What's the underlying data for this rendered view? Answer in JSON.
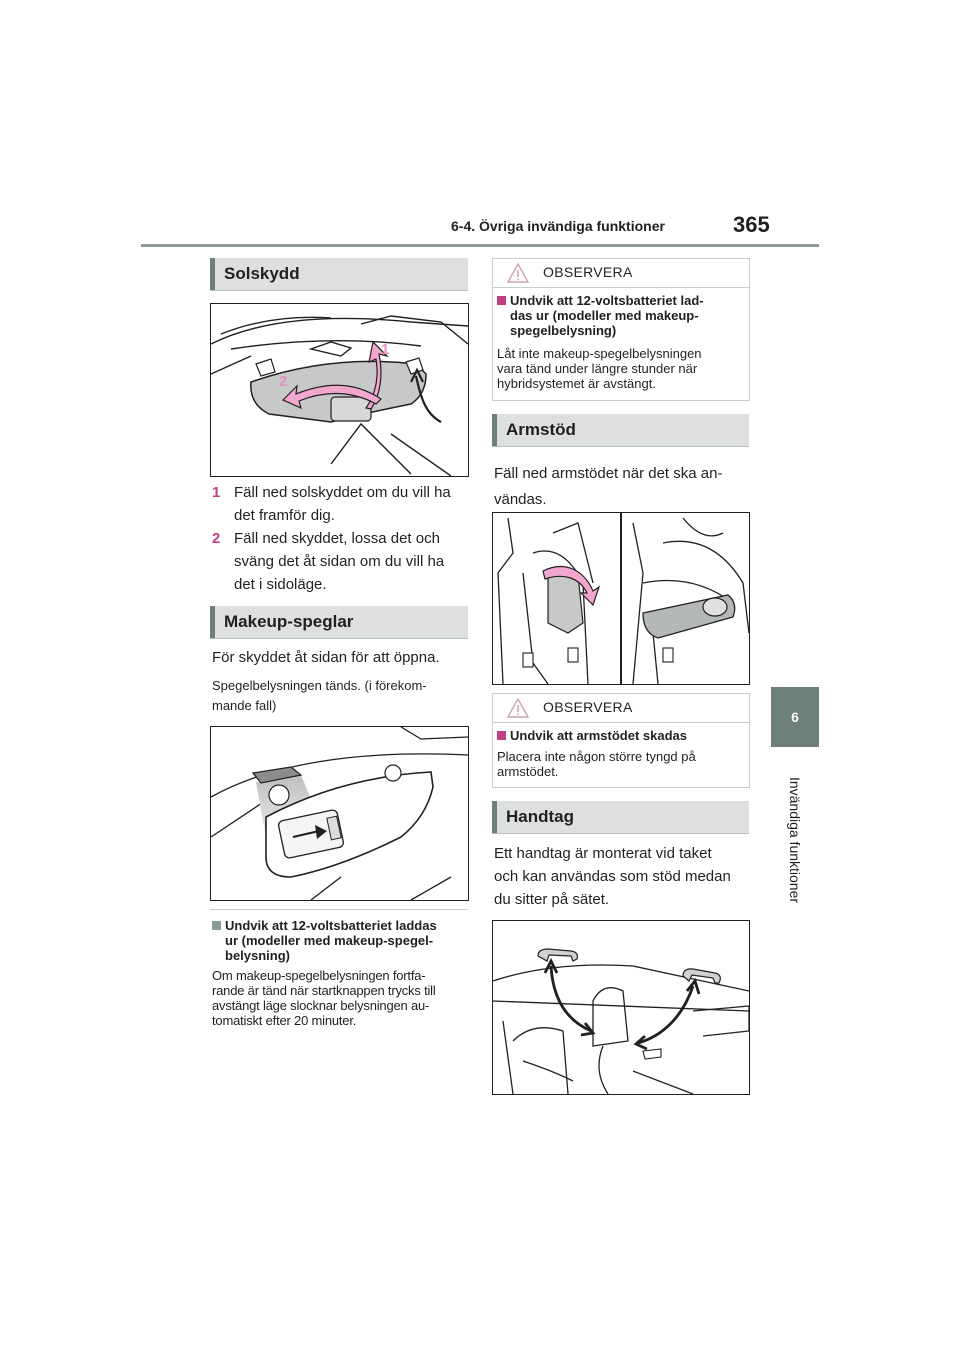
{
  "header": {
    "chapter_title": "6-4. Övriga invändiga funktioner",
    "page_number": "365"
  },
  "side_tab": {
    "chapter_number": "6",
    "chapter_name": "Invändiga funktioner"
  },
  "left_column": {
    "sunvisor": {
      "title": "Solskydd",
      "steps": [
        {
          "num": "1",
          "text_line1": "Fäll ned solskyddet om du vill ha",
          "text_line2": "det framför dig."
        },
        {
          "num": "2",
          "text_line1": "Fäll ned skyddet, lossa det och",
          "text_line2": "sväng det åt sidan om du vill ha",
          "text_line3": "det i sidoläge."
        }
      ]
    },
    "vanity": {
      "title": "Makeup-speglar",
      "intro": "För skyddet åt sidan för att öppna.",
      "note_line1": "Spegelbelysningen tänds. (i förekom-",
      "note_line2": "mande fall)",
      "warning_title_line1": "Undvik att 12-voltsbatteriet laddas",
      "warning_title_line2": "ur (modeller med makeup-spegel-",
      "warning_title_line3": "belysning)",
      "warning_line1": "Om makeup-spegelbelysningen fortfa-",
      "warning_line2": "rande är tänd när startknappen trycks till",
      "warning_line3": "avstängt läge slocknar belysningen au-",
      "warning_line4": "tomatiskt efter 20 minuter."
    }
  },
  "right_column": {
    "caution1": {
      "label": "OBSERVERA",
      "title_line1": "Undvik att 12-voltsbatteriet lad-",
      "title_line2": "das ur (modeller med makeup-",
      "title_line3": "spegelbelysning)",
      "text_line1": "Låt inte makeup-spegelbelysningen",
      "text_line2": "vara tänd under längre stunder när",
      "text_line3": "hybridsystemet är avstängt."
    },
    "armrest": {
      "title": "Armstöd",
      "text_line1": "Fäll ned armstödet när det ska an-",
      "text_line2": "vändas."
    },
    "caution2": {
      "label": "OBSERVERA",
      "title": "Undvik att armstödet skadas",
      "text_line1": "Placera inte någon större tyngd på",
      "text_line2": "armstödet."
    },
    "handle": {
      "title": "Handtag",
      "text_line1": "Ett handtag är monterat vid taket",
      "text_line2": "och kan användas som stöd medan",
      "text_line3": "du sitter på sätet."
    }
  },
  "figure_labels": {
    "sunvisor_arrow1": "1",
    "sunvisor_arrow2": "2"
  },
  "colors": {
    "accent_pink": "#c1407f",
    "arrow_pink": "#f2a7cf",
    "tab_gray": "#6d7e7b",
    "bar_gray": "#dde0df"
  }
}
